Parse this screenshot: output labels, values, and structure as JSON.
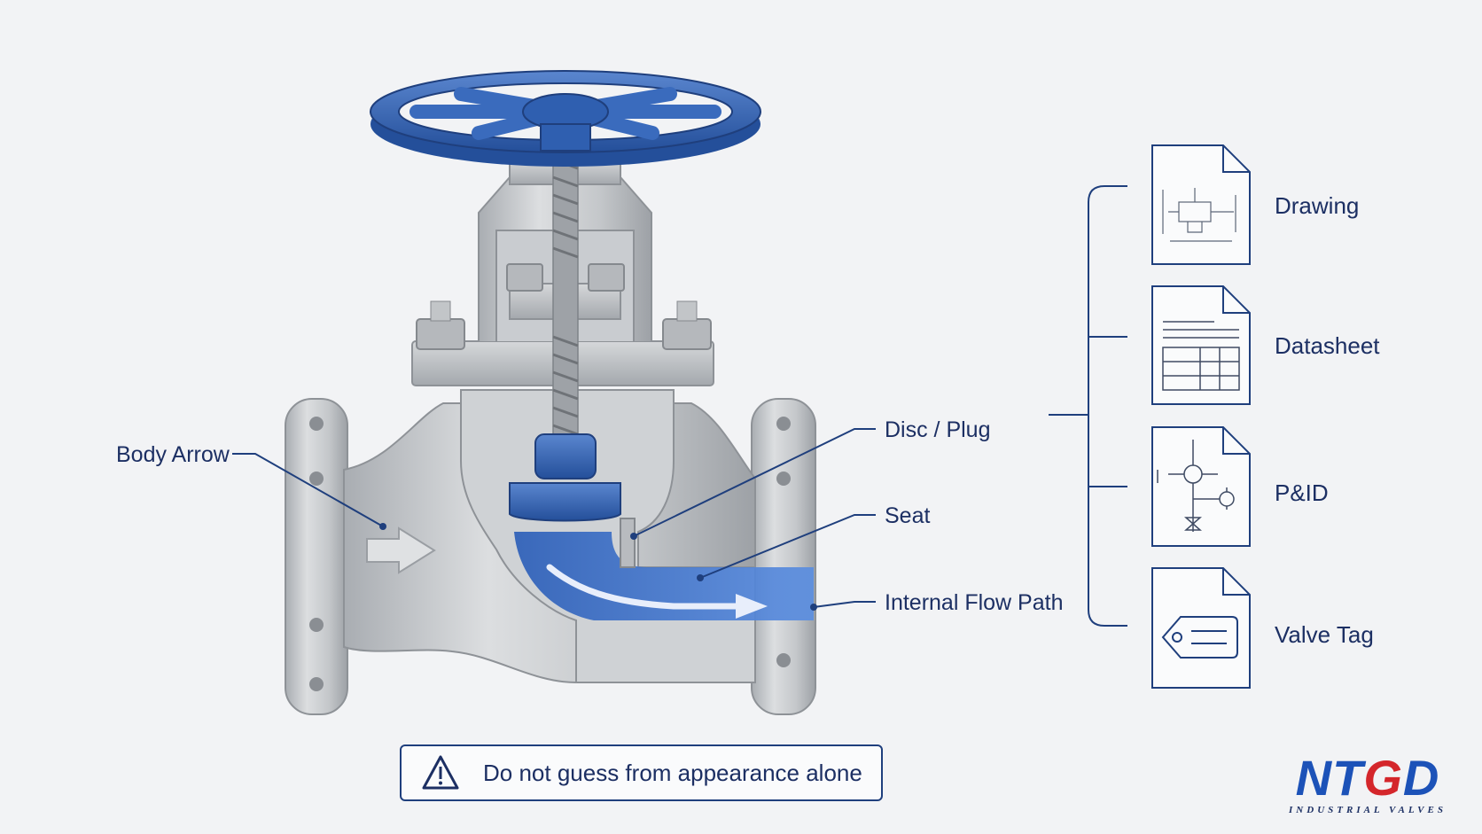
{
  "labels": {
    "body_arrow": "Body Arrow",
    "disc_plug": "Disc / Plug",
    "seat": "Seat",
    "internal_flow_path": "Internal Flow Path"
  },
  "documents": [
    {
      "label": "Drawing",
      "icon": "drawing-doc-icon"
    },
    {
      "label": "Datasheet",
      "icon": "datasheet-doc-icon"
    },
    {
      "label": "P&ID",
      "icon": "pid-doc-icon"
    },
    {
      "label": "Valve Tag",
      "icon": "valve-tag-doc-icon"
    }
  ],
  "warning": {
    "text": "Do not guess from appearance alone",
    "icon": "warning-triangle-icon"
  },
  "logo": {
    "mark_left": "NT",
    "mark_accent": "G",
    "mark_right": "D",
    "subtitle": "INDUSTRIAL VALVES"
  },
  "colors": {
    "accent_blue": "#2f5fb0",
    "navy": "#1f3f7d",
    "metal": "#c9cbce",
    "background": "#f2f3f5",
    "logo_red": "#d4262b"
  }
}
